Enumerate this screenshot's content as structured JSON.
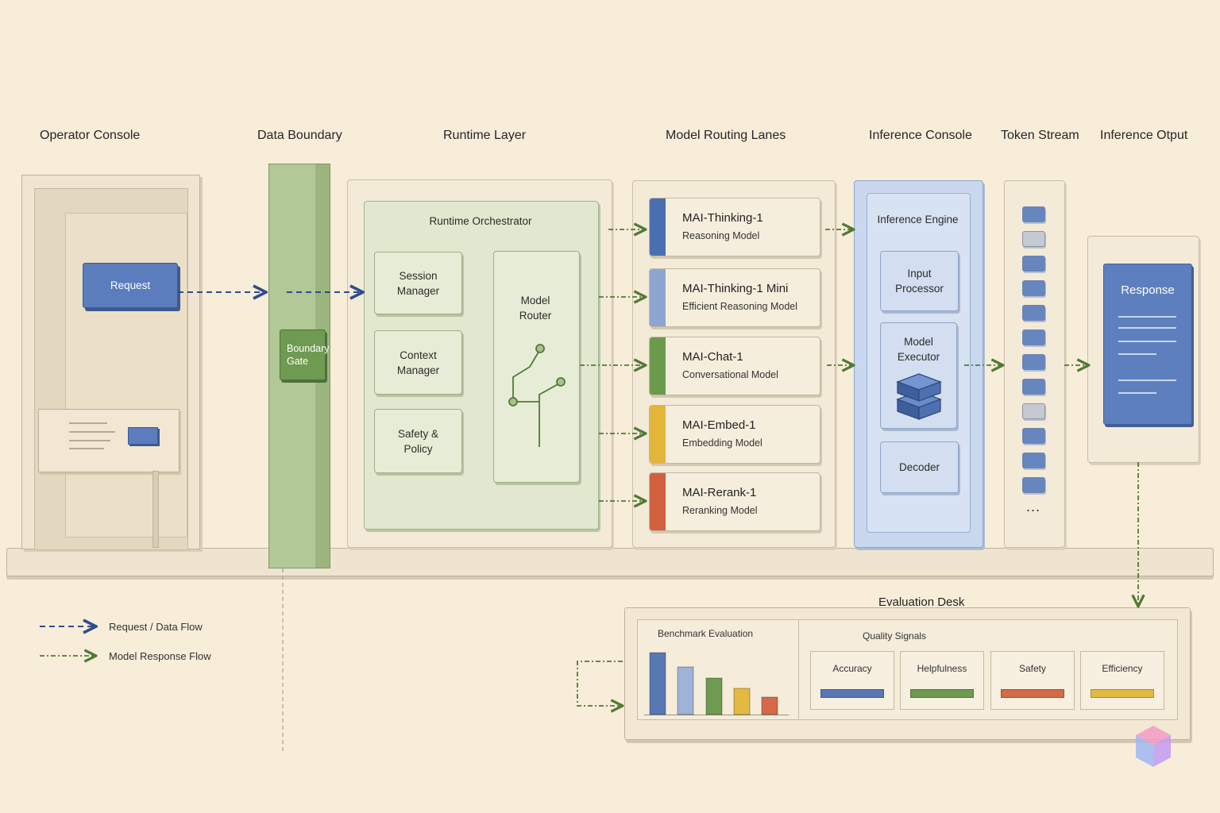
{
  "columns": {
    "operator_console": "Operator Console",
    "data_boundary": "Data Boundary",
    "runtime_layer": "Runtime Layer",
    "model_routing_lanes": "Model Routing Lanes",
    "inference_console": "Inference Console",
    "token_stream": "Token Stream",
    "inference_output": "Inference Otput"
  },
  "console": {
    "request_label": "Request"
  },
  "boundary": {
    "gate_label": "Boundary Gate"
  },
  "runtime": {
    "orchestrator_title": "Runtime Orchestrator",
    "session_manager": "Session Manager",
    "context_manager": "Context Manager",
    "safety_policy": "Safety & Policy",
    "model_router": "Model Router"
  },
  "lanes": [
    {
      "name": "MAI-Thinking-1",
      "sub": "Reasoning Model",
      "color": "#4a6fb0"
    },
    {
      "name": "MAI-Thinking-1 Mini",
      "sub": "Efficient Reasoning Model",
      "color": "#8ea6cf"
    },
    {
      "name": "MAI-Chat-1",
      "sub": "Conversational Model",
      "color": "#6b9a4c"
    },
    {
      "name": "MAI-Embed-1",
      "sub": "Embedding Model",
      "color": "#e3b63a"
    },
    {
      "name": "MAI-Rerank-1",
      "sub": "Reranking Model",
      "color": "#d2603f"
    }
  ],
  "inference": {
    "engine_title": "Inference Engine",
    "input_processor": "Input Processor",
    "model_executor": "Model Executor",
    "decoder": "Decoder"
  },
  "token_stream": {
    "ellipsis": "..."
  },
  "output": {
    "response_label": "Response"
  },
  "legend": {
    "request_flow": "Request / Data Flow",
    "response_flow": "Model Response Flow"
  },
  "evaluation": {
    "title": "Evaluation Desk",
    "benchmark_title": "Benchmark Evaluation",
    "quality_title": "Quality Signals",
    "signals": [
      {
        "label": "Accuracy",
        "color": "#5878b4"
      },
      {
        "label": "Helpfulness",
        "color": "#6f9a52"
      },
      {
        "label": "Safety",
        "color": "#d56a48"
      },
      {
        "label": "Efficiency",
        "color": "#e3b941"
      }
    ]
  },
  "colors": {
    "request_flow": "#2e4d8c",
    "response_flow": "#4f7a35",
    "boundary_green": "#a9c28a",
    "blue_accent": "#4f73b5",
    "background": "#f8edd9"
  }
}
